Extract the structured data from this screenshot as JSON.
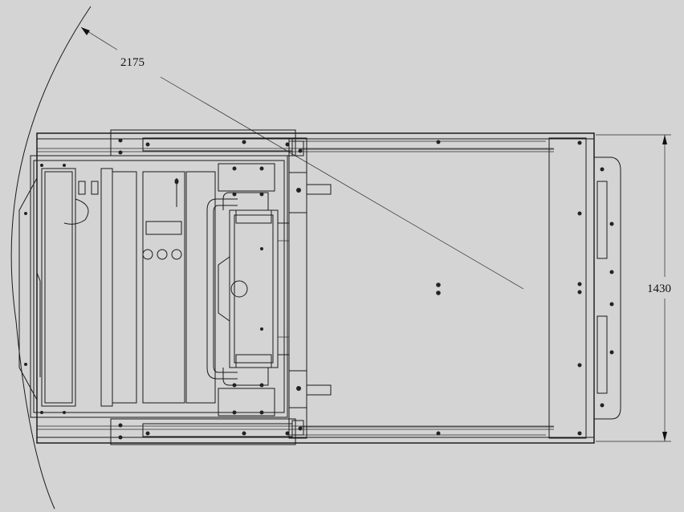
{
  "drawing": {
    "view": "top view",
    "dimensions": {
      "radius_label": "2175",
      "width_label": "1430"
    },
    "colors": {
      "background": "#d4d4d4",
      "lines": "#1a1a1a"
    }
  }
}
